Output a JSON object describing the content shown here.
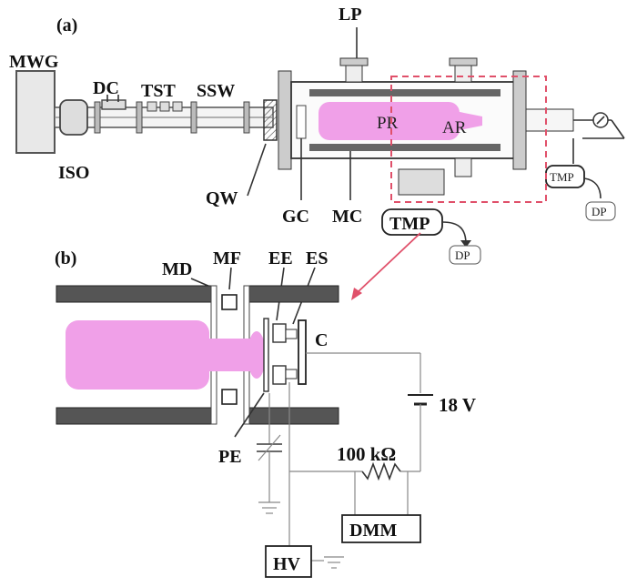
{
  "panel_a": {
    "tag": "(a)",
    "labels": {
      "mwg": "MWG",
      "dc": "DC",
      "tst": "TST",
      "ssw": "SSW",
      "iso": "ISO",
      "qw": "QW",
      "lp": "LP",
      "gc": "GC",
      "mc": "MC",
      "pr": "PR",
      "ar": "AR",
      "tmp_main": "TMP",
      "dp_main": "DP",
      "tmp_side": "TMP",
      "dp_side": "DP"
    }
  },
  "panel_b": {
    "tag": "(b)",
    "labels": {
      "md": "MD",
      "mf": "MF",
      "ee": "EE",
      "es": "ES",
      "c": "C",
      "pe": "PE",
      "voltage": "18 V",
      "resistor": "100 kΩ",
      "dmm": "DMM",
      "hv": "HV"
    }
  },
  "colors": {
    "plasma": "#f0a0e8",
    "callout": "#e0506a",
    "wall": "#555555"
  }
}
